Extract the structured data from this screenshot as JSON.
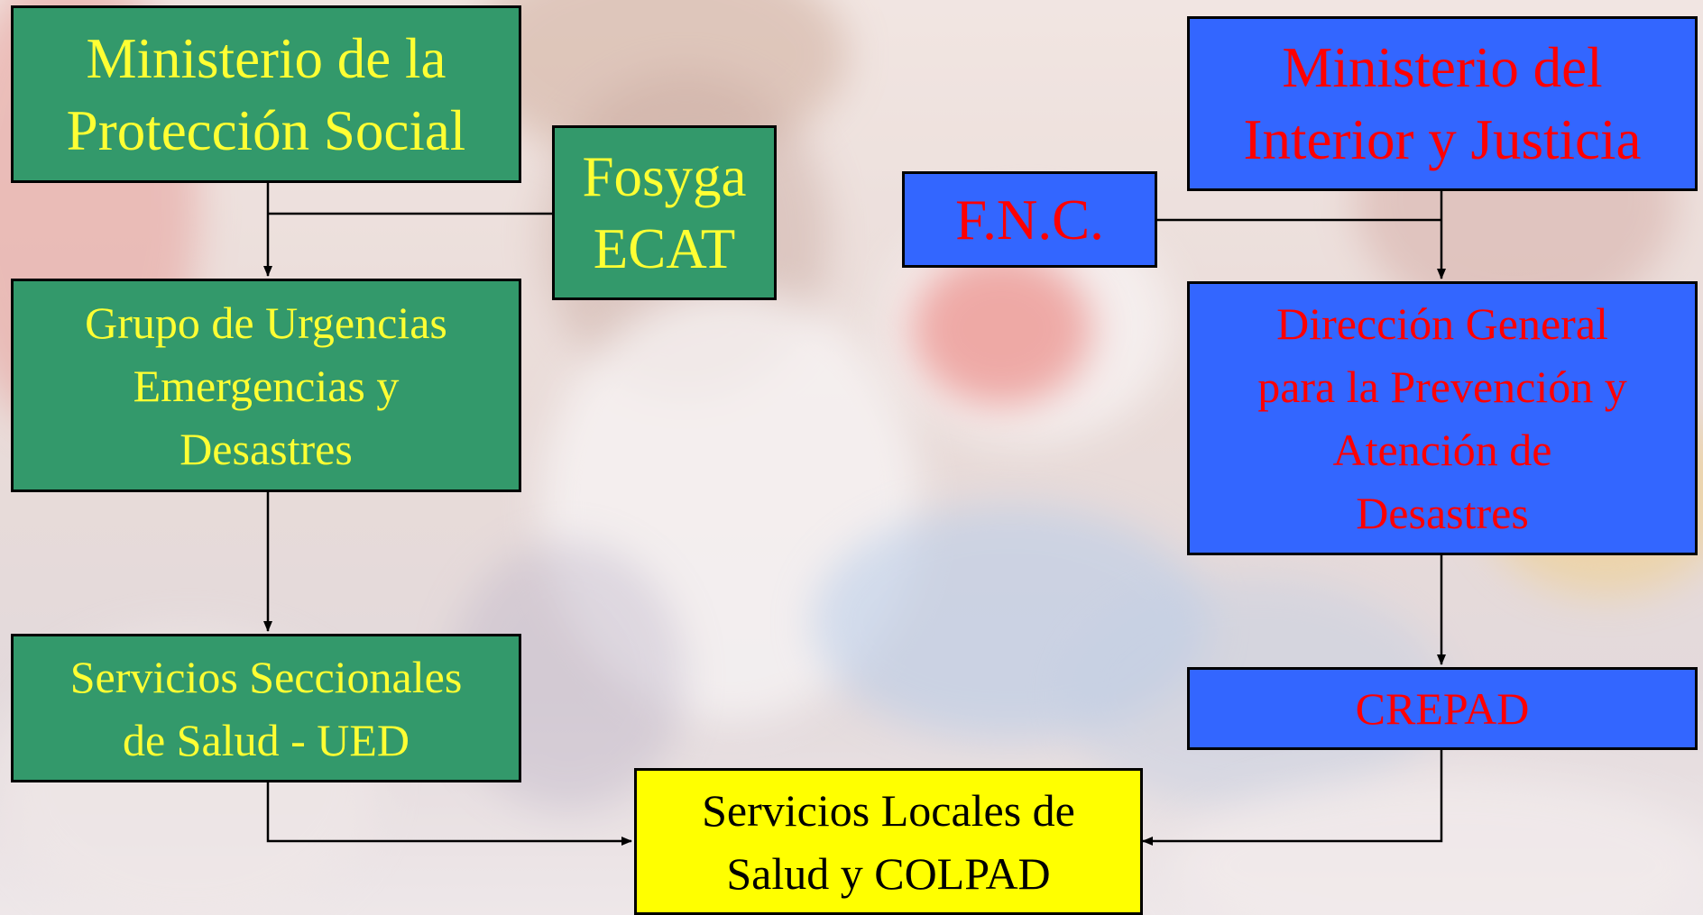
{
  "colors": {
    "green_box": "#33996b",
    "green_text": "#ffff33",
    "blue_box": "#3366ff",
    "blue_text": "#ff0000",
    "yellow_box": "#ffff00",
    "yellow_text": "#000000",
    "connector": "#000000"
  },
  "left_chain": {
    "ministerio_proteccion": "Ministerio de la\nProtección Social",
    "fosyga": "Fosyga\nECAT",
    "grupo_urgencias": "Grupo de Urgencias\nEmergencias y\nDesastres",
    "servicios_seccionales": "Servicios Seccionales\nde Salud - UED"
  },
  "right_chain": {
    "ministerio_interior": "Ministerio del\nInterior y Justicia",
    "fnc": "F.N.C.",
    "direccion_general": "Dirección General\npara la Prevención y\nAtención de\nDesastres",
    "crepad": "CREPAD"
  },
  "bottom": {
    "servicios_locales": "Servicios Locales de\nSalud y COLPAD"
  }
}
